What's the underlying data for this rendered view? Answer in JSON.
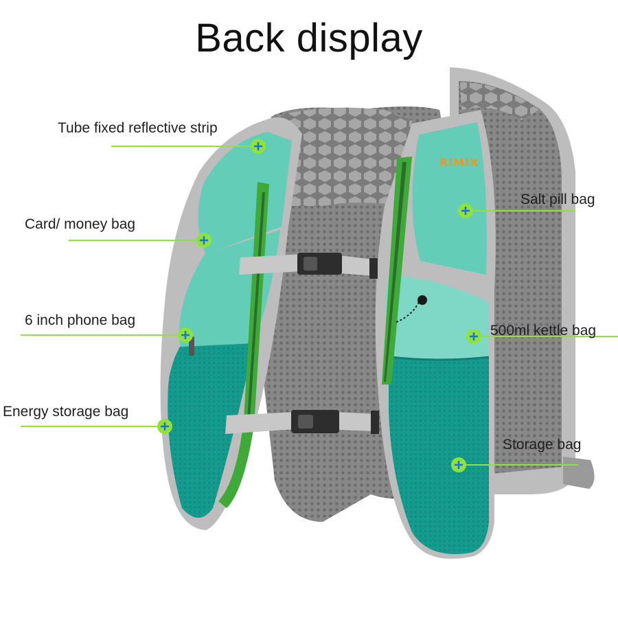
{
  "title": "Back display",
  "brand_logo": "RIMIX",
  "colors": {
    "accent_line": "#8fe23a",
    "marker_fill": "#8fe23a",
    "marker_cross": "#1a6ee6",
    "vest_teal": "#63cdb8",
    "vest_dark_teal": "#159a8e",
    "vest_green": "#3faa3a",
    "mesh_grey": "#8a8a8a",
    "frame_grey": "#bdbdbd",
    "logo_orange": "#e79a2c"
  },
  "icons": {
    "marker": "plus-circle-icon"
  },
  "callouts": [
    {
      "id": "tube",
      "label": "Tube fixed reflective strip"
    },
    {
      "id": "card",
      "label": "Card/ money bag"
    },
    {
      "id": "phone",
      "label": "6 inch phone bag"
    },
    {
      "id": "energy",
      "label": "Energy storage bag"
    },
    {
      "id": "salt",
      "label": "Salt pill bag"
    },
    {
      "id": "kettle",
      "label": "500ml kettle bag"
    },
    {
      "id": "storage",
      "label": "Storage bag"
    }
  ]
}
